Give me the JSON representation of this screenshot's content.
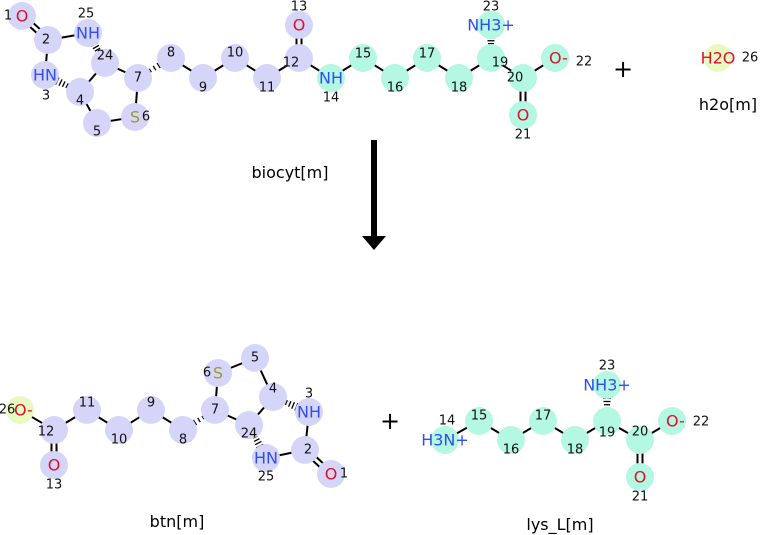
{
  "colors": {
    "O": "#e0102a",
    "N": "#2f4ff0",
    "S": "#a09a2a",
    "H": "#000000",
    "blue": "#d5d5fa",
    "cyan": "#b4f7e3",
    "lime": "#e9f9c2",
    "bond": "#000000"
  },
  "plus_sign": "+",
  "molecules": [
    {
      "id": "biocyt",
      "name": "biocyt[m]",
      "atoms": [
        {
          "num": "1",
          "el": "O",
          "hl": "blue"
        },
        {
          "num": "2",
          "el": "",
          "hl": "blue"
        },
        {
          "num": "3",
          "el": "HN",
          "hl": "blue"
        },
        {
          "num": "4",
          "el": "",
          "hl": "blue"
        },
        {
          "num": "5",
          "el": "",
          "hl": "blue"
        },
        {
          "num": "6",
          "el": "S",
          "hl": "blue"
        },
        {
          "num": "7",
          "el": "",
          "hl": "blue"
        },
        {
          "num": "8",
          "el": "",
          "hl": "blue"
        },
        {
          "num": "9",
          "el": "",
          "hl": "blue"
        },
        {
          "num": "10",
          "el": "",
          "hl": "blue"
        },
        {
          "num": "11",
          "el": "",
          "hl": "blue"
        },
        {
          "num": "12",
          "el": "",
          "hl": "blue"
        },
        {
          "num": "13",
          "el": "O",
          "hl": "blue"
        },
        {
          "num": "14",
          "el": "NH",
          "hl": "cyan"
        },
        {
          "num": "15",
          "el": "",
          "hl": "cyan"
        },
        {
          "num": "16",
          "el": "",
          "hl": "cyan"
        },
        {
          "num": "17",
          "el": "",
          "hl": "cyan"
        },
        {
          "num": "18",
          "el": "",
          "hl": "cyan"
        },
        {
          "num": "19",
          "el": "",
          "hl": "cyan"
        },
        {
          "num": "20",
          "el": "",
          "hl": "cyan"
        },
        {
          "num": "21",
          "el": "O",
          "hl": "cyan"
        },
        {
          "num": "22",
          "el": "O-",
          "hl": "cyan"
        },
        {
          "num": "23",
          "el": "NH3+",
          "hl": "cyan"
        },
        {
          "num": "24",
          "el": "",
          "hl": "blue"
        },
        {
          "num": "25",
          "el": "NH",
          "hl": "blue"
        }
      ]
    },
    {
      "id": "h2o",
      "name": "h2o[m]",
      "atoms": [
        {
          "num": "26",
          "el": "H2O",
          "hl": "lime"
        }
      ]
    },
    {
      "id": "btn",
      "name": "btn[m]",
      "atoms": [
        {
          "num": "26",
          "el": "O-",
          "hl": "lime"
        },
        {
          "num": "12",
          "el": "",
          "hl": "blue"
        },
        {
          "num": "13",
          "el": "O",
          "hl": "blue"
        },
        {
          "num": "11",
          "el": "",
          "hl": "blue"
        },
        {
          "num": "10",
          "el": "",
          "hl": "blue"
        },
        {
          "num": "9",
          "el": "",
          "hl": "blue"
        },
        {
          "num": "8",
          "el": "",
          "hl": "blue"
        },
        {
          "num": "7",
          "el": "",
          "hl": "blue"
        },
        {
          "num": "6",
          "el": "S",
          "hl": "blue"
        },
        {
          "num": "5",
          "el": "",
          "hl": "blue"
        },
        {
          "num": "4",
          "el": "",
          "hl": "blue"
        },
        {
          "num": "3",
          "el": "NH",
          "hl": "blue"
        },
        {
          "num": "2",
          "el": "",
          "hl": "blue"
        },
        {
          "num": "1",
          "el": "O",
          "hl": "blue"
        },
        {
          "num": "25",
          "el": "HN",
          "hl": "blue"
        },
        {
          "num": "24",
          "el": "",
          "hl": "blue"
        }
      ]
    },
    {
      "id": "lys",
      "name": "lys_L[m]",
      "atoms": [
        {
          "num": "14",
          "el": "H3N+",
          "hl": "cyan"
        },
        {
          "num": "15",
          "el": "",
          "hl": "cyan"
        },
        {
          "num": "16",
          "el": "",
          "hl": "cyan"
        },
        {
          "num": "17",
          "el": "",
          "hl": "cyan"
        },
        {
          "num": "18",
          "el": "",
          "hl": "cyan"
        },
        {
          "num": "19",
          "el": "",
          "hl": "cyan"
        },
        {
          "num": "23",
          "el": "NH3+",
          "hl": "cyan"
        },
        {
          "num": "20",
          "el": "",
          "hl": "cyan"
        },
        {
          "num": "22",
          "el": "O-",
          "hl": "cyan"
        },
        {
          "num": "21",
          "el": "O",
          "hl": "cyan"
        }
      ]
    }
  ]
}
